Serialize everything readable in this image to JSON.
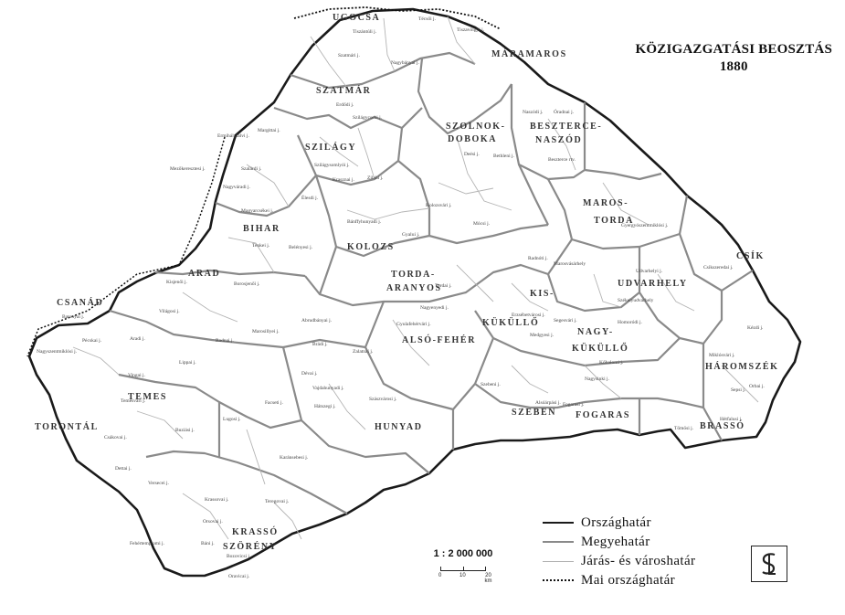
{
  "title": "KÖZIGAZGATÁSI BEOSZTÁS",
  "year": "1880",
  "scale": {
    "ratio": "1 : 2 000 000",
    "ticks": [
      "0",
      "10",
      "20 km"
    ]
  },
  "legend": [
    {
      "label": "Országhatár",
      "style": "solid-thick",
      "color": "#1a1a1a"
    },
    {
      "label": "Megyehatár",
      "style": "solid-gray",
      "color": "#8a8a8a"
    },
    {
      "label": "Járás- és városhatár",
      "style": "thin",
      "color": "#b0b0b0"
    },
    {
      "label": "Mai országhatár",
      "style": "dotted",
      "color": "#111111"
    }
  ],
  "counties": [
    "UGOCSA",
    "MÁRAMAROS",
    "SZATMÁR",
    "SZOLNOK-",
    "DOBOKA",
    "BESZTERCE-",
    "NASZÓD",
    "SZILÁGY",
    "BIHAR",
    "MAROS-",
    "TORDA",
    "KOLOZS",
    "CSÍK",
    "ARAD",
    "TORDA-",
    "ARANYOS",
    "UDVARHELY",
    "CSANÁD",
    "KIS-",
    "KÜKÜLLŐ",
    "ALSÓ-FEHÉR",
    "NAGY-",
    "KÜKÜLLŐ",
    "HÁROMSZÉK",
    "TEMES",
    "HUNYAD",
    "SZEBEN",
    "FOGARAS",
    "BRASSÓ",
    "TORONTÁL",
    "KRASSÓ",
    "SZÖRÉNY"
  ],
  "districts": [
    "Tiszántúli j.",
    "Técsői j.",
    "Tiszavölgyi j.",
    "Szatmári j.",
    "Nagybányai j.",
    "Erdődi j.",
    "Szilágysomlyói j.",
    "Zilahi j.",
    "Krasznai j.",
    "Szilágycsehi j.",
    "Deési j.",
    "Bethleni j.",
    "Naszódi j.",
    "Óradnai j.",
    "Beszterce rtv.",
    "Kolozsvári j.",
    "Bánffyhunyadi j.",
    "Gyalui j.",
    "Mócsi j.",
    "Tordai j.",
    "Nagyenyedi j.",
    "Gyulafehérvári j.",
    "Marosvásárhely",
    "Radnóti j.",
    "Gyergyószentmiklósi j.",
    "Csíkszeredai j.",
    "Udvarhelyi j.",
    "Székelyudvarhely",
    "Homoródi j.",
    "Erzsébetvárosi j.",
    "Segesvári j.",
    "Kőhalomi j.",
    "Medgyesi j.",
    "Szebeni j.",
    "Nagysinki j.",
    "Fogarasi j.",
    "Alsóárpási j.",
    "Sepsi j.",
    "Kézdi j.",
    "Miklósvári j.",
    "Orbai j.",
    "Hétfalusi j.",
    "Tömösi j.",
    "Dévai j.",
    "Vajdahunyadi j.",
    "Hátszegi j.",
    "Szászvárosi j.",
    "Zalatnai j.",
    "Abrudbányai j.",
    "Brádi j.",
    "Marosillyei j.",
    "Lippai j.",
    "Aradi j.",
    "Kisjenői j.",
    "Borosjenői j.",
    "Világosi j.",
    "Radnai j.",
    "Temesvári j.",
    "Buziási j.",
    "Lugosi j.",
    "Facseti j.",
    "Karánsebesi j.",
    "Orsovai j.",
    "Bozovicsi j.",
    "Teregovai j.",
    "Oravicai j.",
    "Krassovai j.",
    "Versecei j.",
    "Fehértemplomi j.",
    "Báni j.",
    "Nagyszentmiklósi j.",
    "Nagyváradi j.",
    "Élesdi j.",
    "Belényesi j.",
    "Magyarcsékei j.",
    "Tenkei j.",
    "Szalárdi j.",
    "Margittai j.",
    "Ermihályfalvi j.",
    "Mezőkeresztesi j.",
    "Batonyai j.",
    "Pécskai j.",
    "Vingai j.",
    "Csákovai j.",
    "Dettai j."
  ]
}
